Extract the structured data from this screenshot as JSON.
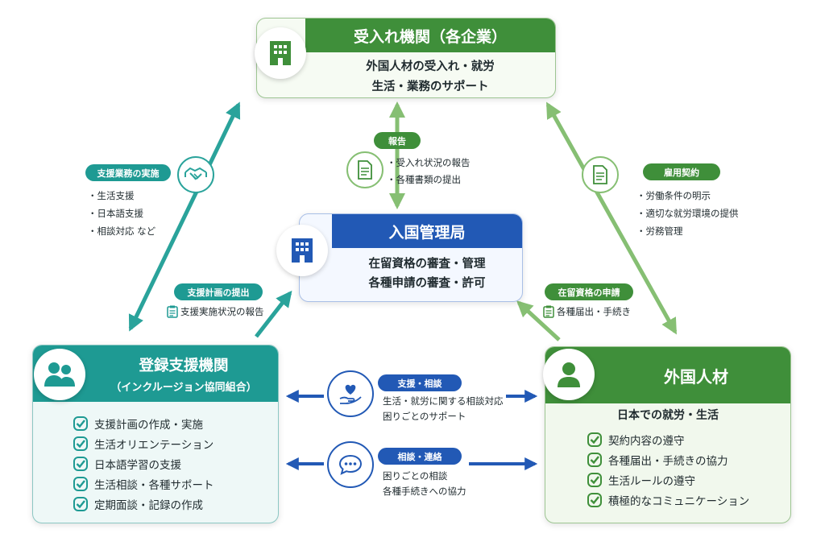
{
  "top_org": {
    "title": "受入れ機関（各企業）",
    "lines": [
      "外国人材の受入れ・就労",
      "生活・業務のサポート"
    ]
  },
  "center_org": {
    "title": "入国管理局",
    "lines": [
      "在留資格の審査・管理",
      "各種申請の審査・許可"
    ]
  },
  "left_org": {
    "title": "登録支援機関",
    "subtitle": "（インクルージョン協同組合）",
    "items": [
      "支援計画の作成・実施",
      "生活オリエンテーション",
      "日本語学習の支援",
      "生活相談・各種サポート",
      "定期面談・記録の作成"
    ]
  },
  "right_org": {
    "title": "外国人材",
    "subtitle": "日本での就労・生活",
    "items": [
      "契約内容の遵守",
      "各種届出・手続きの協力",
      "生活ルールの遵守",
      "積極的なコミュニケーション"
    ]
  },
  "links": {
    "support_work": {
      "label": "支援業務の実施",
      "items": [
        "・生活支援",
        "・日本語支援",
        "・相談対応 など"
      ]
    },
    "report": {
      "label": "報告",
      "items": [
        "・受入れ状況の報告",
        "・各種書類の提出"
      ]
    },
    "employment": {
      "label": "雇用契約",
      "items": [
        "・労働条件の明示",
        "・適切な就労環境の提供",
        "・労務管理"
      ]
    },
    "support_plan": {
      "label": "支援計画の提出",
      "note": "支援実施状況の報告"
    },
    "residence": {
      "label": "在留資格の申請",
      "note": "各種届出・手続き"
    },
    "support_consult": {
      "label": "支援・相談",
      "lines": [
        "生活・就労に関する相談対応",
        "困りごとのサポート"
      ]
    },
    "consult_contact": {
      "label": "相談・連絡",
      "lines": [
        "困りごとの相談",
        "各種手続きへの協力"
      ]
    }
  },
  "colors": {
    "green": "#3f8f3a",
    "blue": "#2259b5",
    "teal": "#1e9a93",
    "light_green": "#8fc27f"
  },
  "icons": [
    "building-icon",
    "handshake-icon",
    "document-icon",
    "user-group-icon",
    "person-icon",
    "heart-hand-icon",
    "chat-bubble-icon",
    "check-icon",
    "clipboard-icon"
  ]
}
